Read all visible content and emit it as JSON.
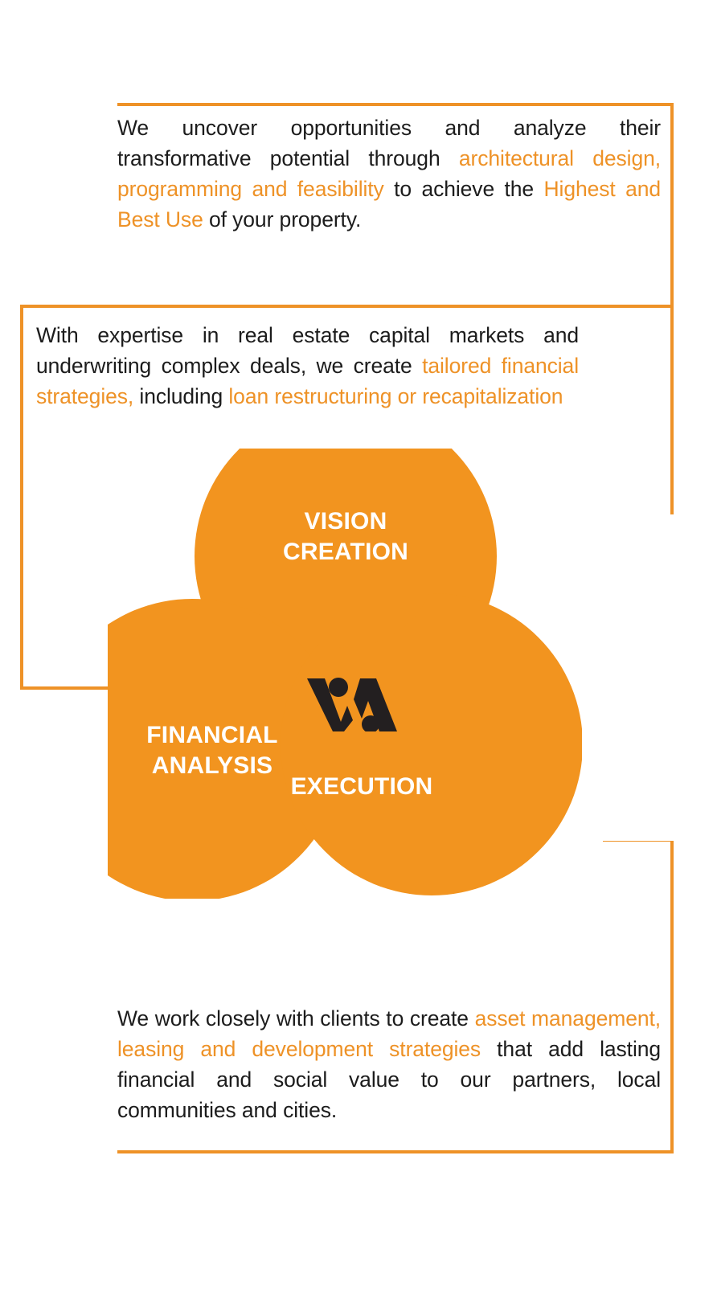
{
  "colors": {
    "accent": "#ee9227",
    "circle_fill": "#f2941f",
    "text": "#1c1c1c",
    "label": "#ffffff",
    "logo": "#231f20",
    "background": "#ffffff"
  },
  "blocks": {
    "top": {
      "segments": [
        {
          "text": "We uncover opportunities and analyze their transformative potential through ",
          "accent": false
        },
        {
          "text": "architectural design, programming and feasibility",
          "accent": true
        },
        {
          "text": " to achieve the ",
          "accent": false
        },
        {
          "text": "Highest and Best Use",
          "accent": true
        },
        {
          "text": " of your property.",
          "accent": false
        }
      ],
      "plain": "We uncover opportunities and analyze their transformative potential through architectural design, programming and feasibility to achieve the Highest and Best Use of your property."
    },
    "middle": {
      "segments": [
        {
          "text": "With expertise in real estate capital markets and underwriting complex deals, we create ",
          "accent": false
        },
        {
          "text": "tailored financial strategies,",
          "accent": true
        },
        {
          "text": " including ",
          "accent": false
        },
        {
          "text": "loan restructuring or recapitalization",
          "accent": true
        }
      ],
      "plain": "With expertise in real estate capital markets and underwriting complex deals, we create tailored financial strategies, including loan restructuring or recapitalization"
    },
    "bottom": {
      "segments": [
        {
          "text": "We work closely with clients to create ",
          "accent": false
        },
        {
          "text": "asset management, leasing and development strategies",
          "accent": true
        },
        {
          "text": " that add lasting financial and social value to our partners, local communities and cities.",
          "accent": false
        }
      ],
      "plain": "We work closely with clients to create asset management, leasing and development strategies that add lasting financial and social value to our partners, local communities and cities."
    }
  },
  "venn": {
    "circles": [
      {
        "id": "vision",
        "label": "VISION\nCREATION",
        "label_line1": "VISION",
        "label_line2": "CREATION"
      },
      {
        "id": "financial",
        "label": "FINANCIAL\nANALYSIS",
        "label_line1": "FINANCIAL",
        "label_line2": "ANALYSIS"
      },
      {
        "id": "execution",
        "label": "EXECUTION",
        "label_line1": "EXECUTION",
        "label_line2": ""
      }
    ],
    "logo_text": "VA"
  }
}
